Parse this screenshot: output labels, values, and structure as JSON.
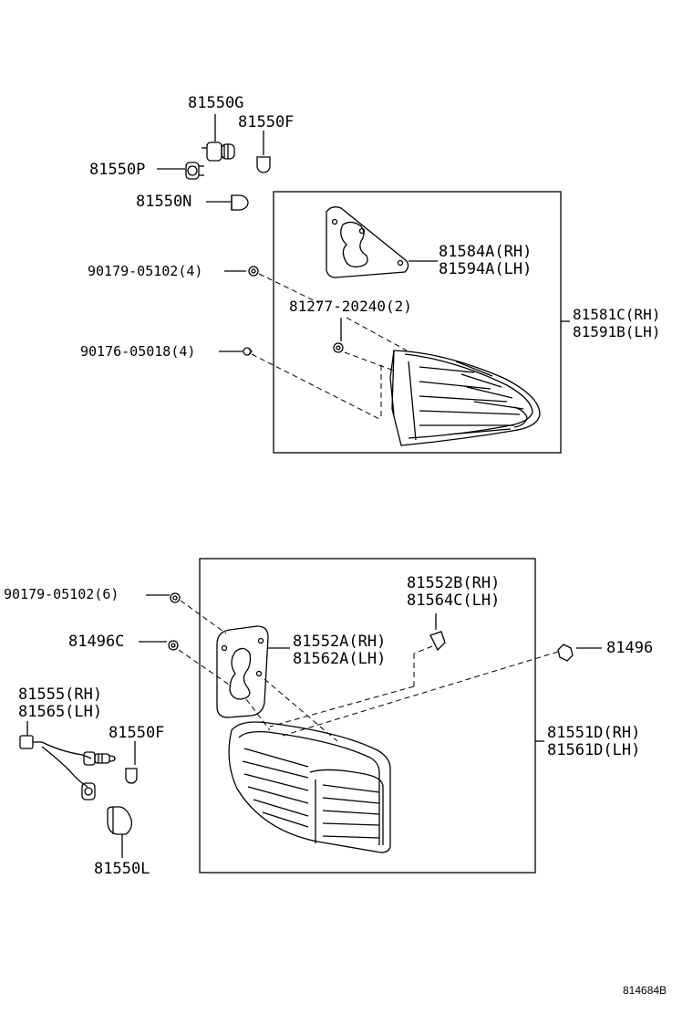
{
  "labels": {
    "p81550G": "81550G",
    "p81550F_top": "81550F",
    "p81550P": "81550P",
    "p81550N": "81550N",
    "p90179_top": "90179-05102(4)",
    "p90176": "90176-05018(4)",
    "p81584A": "81584A(RH)",
    "p81594A": "81594A(LH)",
    "p81277": "81277-20240(2)",
    "p81581C": "81581C(RH)",
    "p81591B": "81591B(LH)",
    "p90179_bot": "90179-05102(6)",
    "p81496C": "81496C",
    "p81552B": "81552B(RH)",
    "p81564C": "81564C(LH)",
    "p81552A": "81552A(RH)",
    "p81562A": "81562A(LH)",
    "p81496": "81496",
    "p81555": "81555(RH)",
    "p81565": "81565(LH)",
    "p81550F_bot": "81550F",
    "p81551D": "81551D(RH)",
    "p81561D": "81561D(LH)",
    "p81550L": "81550L"
  },
  "figure_id": "814684B"
}
